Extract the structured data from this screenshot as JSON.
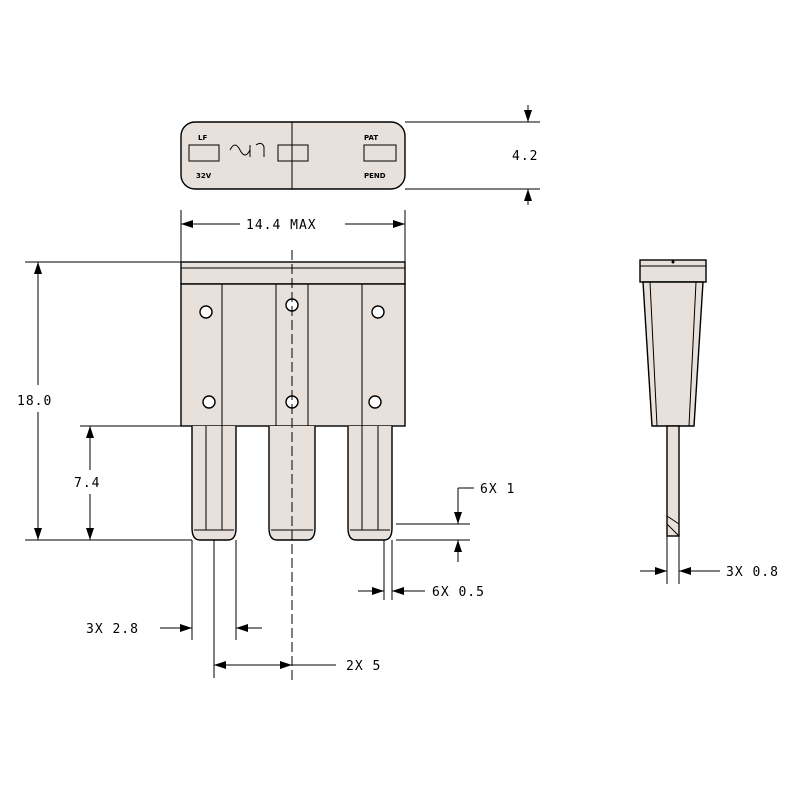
{
  "drawing": {
    "top_view": {
      "label_left_top": "LF",
      "label_left_bottom": "32V",
      "label_right_top": "PAT",
      "label_right_bottom": "PEND",
      "height_dim": "4.2"
    },
    "front_view": {
      "width_dim": "14.4 MAX",
      "height_dim": "18.0",
      "blade_length_dim": "7.4",
      "tip_dim": "6X 1",
      "gap_dim": "6X 0.5",
      "blade_width_dim": "3X 2.8",
      "pitch_dim": "2X 5"
    },
    "side_view": {
      "thickness_dim": "3X 0.8"
    }
  }
}
